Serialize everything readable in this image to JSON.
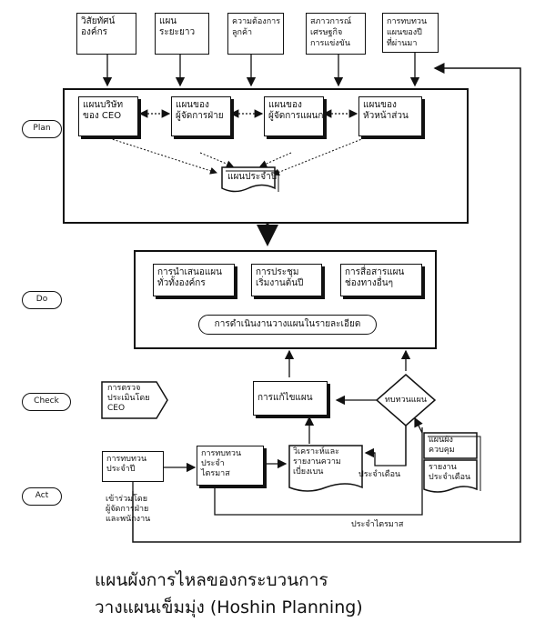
{
  "top_inputs": [
    "วิสัยทัศน์\nองค์กร",
    "แผน\nระยะยาว",
    "ความต้องการ\nลูกค้า",
    "สภาวการณ์\nเศรษฐกิจ\nการแข่งขัน",
    "การทบทวน\nแผนของปี\nที่ผ่านมา"
  ],
  "phases": {
    "plan": "Plan",
    "do": "Do",
    "check": "Check",
    "act": "Act"
  },
  "plan_boxes": [
    "แผนบริษัท\nของ CEO",
    "แผนของ\nผู้จัดการฝ่าย",
    "แผนของ\nผู้จัดการแผนก",
    "แผนของ\nหัวหน้าส่วน"
  ],
  "annual_plan": "แผนประจำปี",
  "do_boxes": [
    "การนำเสนอแผน\nทั่วทั้งองค์กร",
    "การประชุม\nเริ่มงานต้นปี",
    "การสื่อสารแผน\nช่องทางอื่นๆ"
  ],
  "detailed_plan": "การดำเนินงานวางแผนในรายละเอียด",
  "revise_plan": "การแก้ไขแผน",
  "review_plan": "ทบทวนแผน",
  "ceo_check": "การตรวจ\nประเมินโดย\nCEO",
  "control_chart": "แผนผัง\nควบคุม",
  "monthly_report": "รายงาน\nประจำเดือน",
  "annual_review": "การทบทวน\nประจำปี",
  "quarter_review": "การทบทวน\nประจำ\nไตรมาส",
  "analysis_report": "วิเคราะห์และ\nรายงานความ\nเบี่ยงเบน",
  "participants": "เข้าร่วมโดย\nผู้จัดการฝ่าย\nและพนักงาน",
  "monthly_label": "ประจำเดือน",
  "quarterly_label": "ประจำไตรมาส",
  "caption": {
    "line1": "แผนผังการไหลของกระบวนการ",
    "line2": "วางแผนเข็มมุ่ง (Hoshin Planning)"
  }
}
